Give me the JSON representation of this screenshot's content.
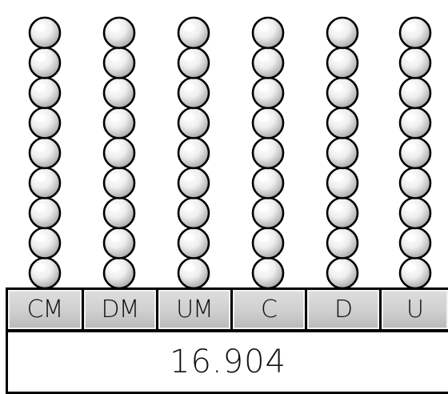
{
  "columns": [
    {
      "label": "CM",
      "beads": 9
    },
    {
      "label": "DM",
      "beads": 9
    },
    {
      "label": "UM",
      "beads": 9
    },
    {
      "label": "C",
      "beads": 9
    },
    {
      "label": "D",
      "beads": 9
    },
    {
      "label": "U",
      "beads": 9
    }
  ],
  "number": "16.904",
  "colors": {
    "bead_fill": "#f4f4f4",
    "bead_shade": "#9a9a9a",
    "outline": "#000000",
    "label_bg": "#cfcfcf",
    "number_bg": "#ffffff"
  }
}
